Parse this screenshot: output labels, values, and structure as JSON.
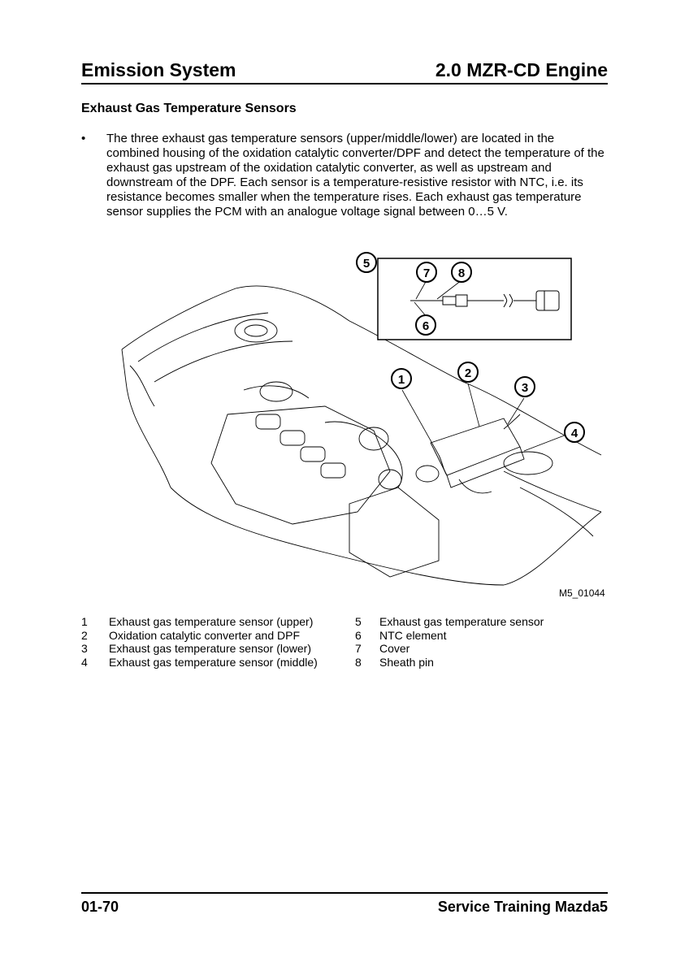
{
  "header": {
    "left": "Emission System",
    "right": "2.0 MZR-CD Engine"
  },
  "section_title": "Exhaust Gas Temperature Sensors",
  "bullet": {
    "symbol": "•",
    "text": "The three exhaust gas temperature sensors (upper/middle/lower) are located in the combined housing of the oxidation catalytic converter/DPF and detect the temperature of the exhaust gas upstream of the oxidation catalytic converter, as well as upstream and downstream of the DPF. Each sensor is a temperature-resistive resistor with NTC, i.e. its resistance becomes smaller when the temperature rises. Each exhaust gas temperature sensor supplies the PCM with an analogue voltage signal between 0…5 V."
  },
  "figure": {
    "code": "M5_01044",
    "callouts": [
      "1",
      "2",
      "3",
      "4",
      "5",
      "6",
      "7",
      "8"
    ]
  },
  "legend": [
    {
      "num": "1",
      "label": "Exhaust gas temperature sensor (upper)"
    },
    {
      "num": "2",
      "label": "Oxidation catalytic converter and DPF"
    },
    {
      "num": "3",
      "label": "Exhaust gas temperature sensor (lower)"
    },
    {
      "num": "4",
      "label": "Exhaust gas temperature sensor (middle)"
    },
    {
      "num": "5",
      "label": "Exhaust gas temperature sensor"
    },
    {
      "num": "6",
      "label": "NTC element"
    },
    {
      "num": "7",
      "label": "Cover"
    },
    {
      "num": "8",
      "label": "Sheath pin"
    }
  ],
  "footer": {
    "left": "01-70",
    "right": "Service Training Mazda5"
  }
}
